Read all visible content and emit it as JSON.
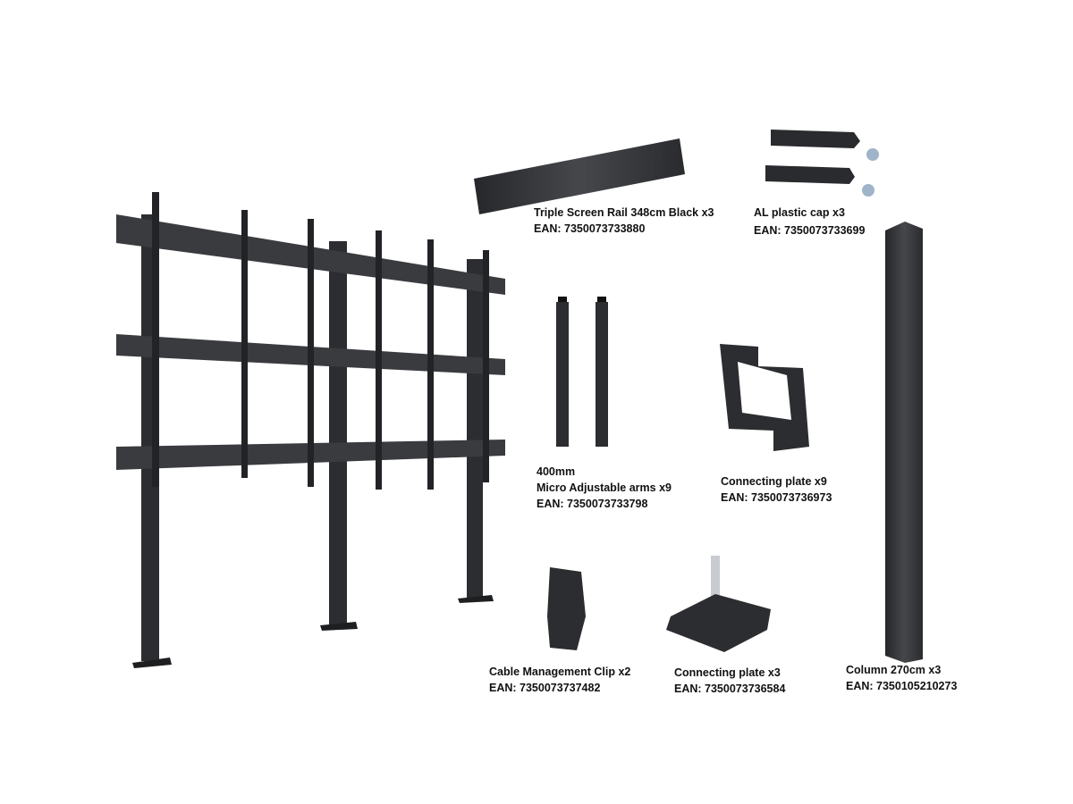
{
  "products": [
    {
      "id": "rail",
      "name": "Triple Screen Rail 348cm Black x3",
      "ean": "EAN: 7350073733880"
    },
    {
      "id": "cap",
      "name": "AL plastic cap x3",
      "ean": "EAN: 7350073733699"
    },
    {
      "id": "arms",
      "size": "400mm",
      "name": "Micro Adjustable arms x9",
      "ean": "EAN: 7350073733798"
    },
    {
      "id": "plate9",
      "name": "Connecting plate x9",
      "ean": "EAN: 7350073736973"
    },
    {
      "id": "clip",
      "name": "Cable Management Clip x2",
      "ean": "EAN: 7350073737482"
    },
    {
      "id": "plate3",
      "name": "Connecting plate x3",
      "ean": "EAN: 7350073736584"
    },
    {
      "id": "column",
      "name": "Column 270cm x3",
      "ean": "EAN: 7350105210273"
    }
  ],
  "colors": {
    "metal": "#2f3033",
    "metal_light": "#4a4c50",
    "screw": "#9fb4c8"
  }
}
